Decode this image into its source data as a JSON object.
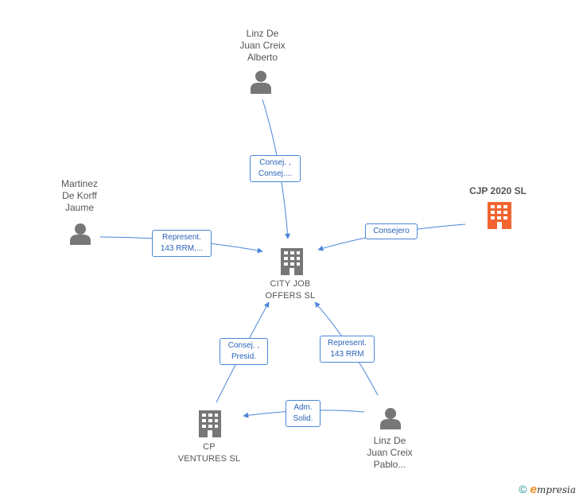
{
  "nodes": {
    "linz_alberto": {
      "label": "Linz De\nJuan Creix\nAlberto"
    },
    "martinez": {
      "label": "Martinez\nDe Korff\nJaume"
    },
    "cjp": {
      "label": "CJP 2020  SL"
    },
    "city_job": {
      "label": "CITY JOB\nOFFERS  SL"
    },
    "cp_ventures": {
      "label": "CP\nVENTURES  SL"
    },
    "linz_pablo": {
      "label": "Linz De\nJuan Creix\nPablo..."
    }
  },
  "edges": {
    "alberto_cityjob": "Consej. ,\nConsej....",
    "martinez_cityjob": "Represent.\n143 RRM,...",
    "cjp_cityjob": "Consejero",
    "cpventures_cityjob": "Consej. ,\nPresid.",
    "pablo_cityjob": "Represent.\n143 RRM",
    "pablo_cpventures": "Adm.\nSolid."
  },
  "colors": {
    "edge": "#4a86d8",
    "person_icon": "#777777",
    "company_icon": "#777777",
    "highlight_company": "#f26430"
  },
  "footer": {
    "copyright": "©",
    "brand_initial": "e",
    "brand_rest": "mpresia"
  }
}
